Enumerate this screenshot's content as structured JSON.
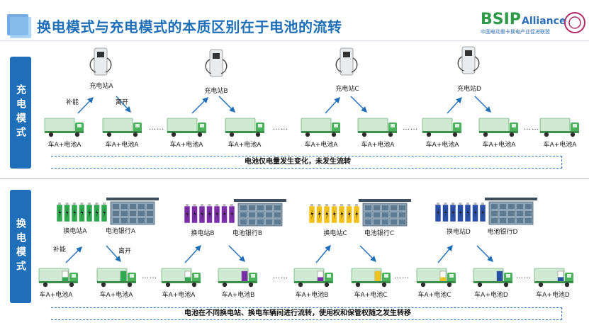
{
  "header": {
    "title": "换电模式与充电模式的本质区别在于电池的流转"
  },
  "logo": {
    "brand_left": "BSIP",
    "brand_right": "Alliance",
    "subtitle": "中国电动重卡换电产业促进联盟"
  },
  "charging": {
    "side_label": "充电模式",
    "stations": [
      "充电站A",
      "充电站B",
      "充电站C",
      "充电站D"
    ],
    "replenish_label": "补能",
    "leave_label": "离开",
    "trucks": [
      "车A+电池A",
      "车A+电池A",
      "车A+电池A",
      "车A+电池A",
      "车A+电池A",
      "车A+电池A",
      "车A+电池A",
      "车A+电池A",
      "车A+电池A"
    ],
    "dots": "……",
    "band_text": "电池仅电量发生变化，未发生流转"
  },
  "swapping": {
    "side_label": "换电模式",
    "stations": [
      "换电站A",
      "换电站B",
      "换电站C",
      "换电站D"
    ],
    "banks": [
      "电池银行A",
      "电池银行B",
      "电池银行C",
      "电池银行D"
    ],
    "replenish_label": "补能",
    "leave_label": "离开",
    "trucks": [
      "车A+电池A",
      "车A+电池A",
      "车A+电池A",
      "车A+电池B",
      "车A+电池B",
      "车A+电池C",
      "车A+电池C",
      "车A+电池D",
      "车A+电池D"
    ],
    "dots": "……",
    "band_text": "电池在不同换电站、换电车辆间进行流转，使用权和保管权随之发生转移"
  },
  "colors": {
    "title": "#1f6fb8",
    "accent": "#1f6fb8",
    "truck": "#49b25a",
    "battery_a": "#2fa84f",
    "battery_b": "#7a2fa8",
    "battery_c": "#f2c21a",
    "battery_d": "#2a4fa8"
  }
}
